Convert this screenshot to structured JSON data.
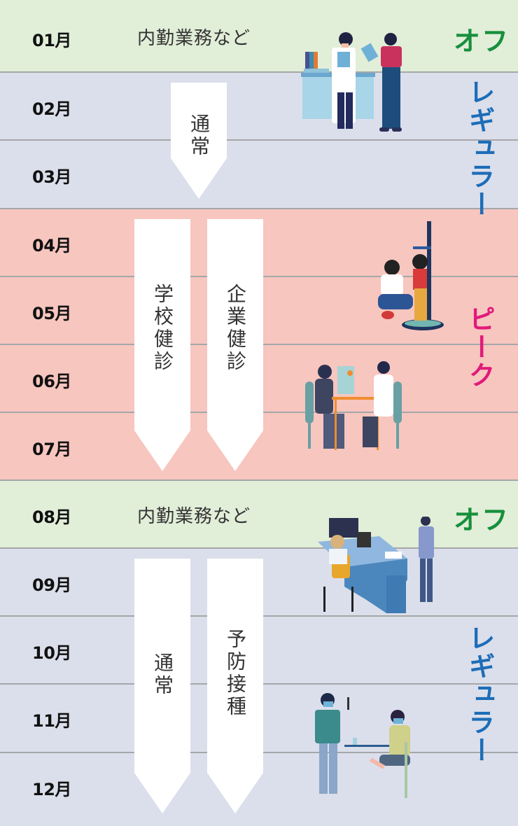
{
  "months": [
    {
      "label": "01月",
      "type": "off"
    },
    {
      "label": "02月",
      "type": "regular"
    },
    {
      "label": "03月",
      "type": "regular"
    },
    {
      "label": "04月",
      "type": "peak"
    },
    {
      "label": "05月",
      "type": "peak"
    },
    {
      "label": "06月",
      "type": "peak"
    },
    {
      "label": "07月",
      "type": "peak"
    },
    {
      "label": "08月",
      "type": "off"
    },
    {
      "label": "09月",
      "type": "regular"
    },
    {
      "label": "10月",
      "type": "regular"
    },
    {
      "label": "11月",
      "type": "regular"
    },
    {
      "label": "12月",
      "type": "regular"
    }
  ],
  "off_tasks": {
    "jan": "内勤業務など",
    "aug": "内勤業務など"
  },
  "arrows": {
    "feb_mar_normal": "通常",
    "school_checkup": "学校健診",
    "corporate_checkup": "企業健診",
    "sep_dec_normal": "通常",
    "vaccination": "予防接種"
  },
  "seasons": {
    "off_1": "オフ",
    "regular_1": "レギュラー",
    "peak": "ピーク",
    "off_2": "オフ",
    "regular_2": "レギュラー"
  },
  "colors": {
    "off_bg": "#e1eed8",
    "regular_bg": "#dbdfeb",
    "peak_bg": "#f7c6bf",
    "off_text": "#178f3c",
    "regular_text": "#1d6db8",
    "peak_text": "#e2197a",
    "divider": "#a5a7a8"
  },
  "illustrations": [
    "doctor-consulting-patient",
    "height-measurement",
    "eye-examination",
    "office-desk-work",
    "vaccination-scene"
  ]
}
